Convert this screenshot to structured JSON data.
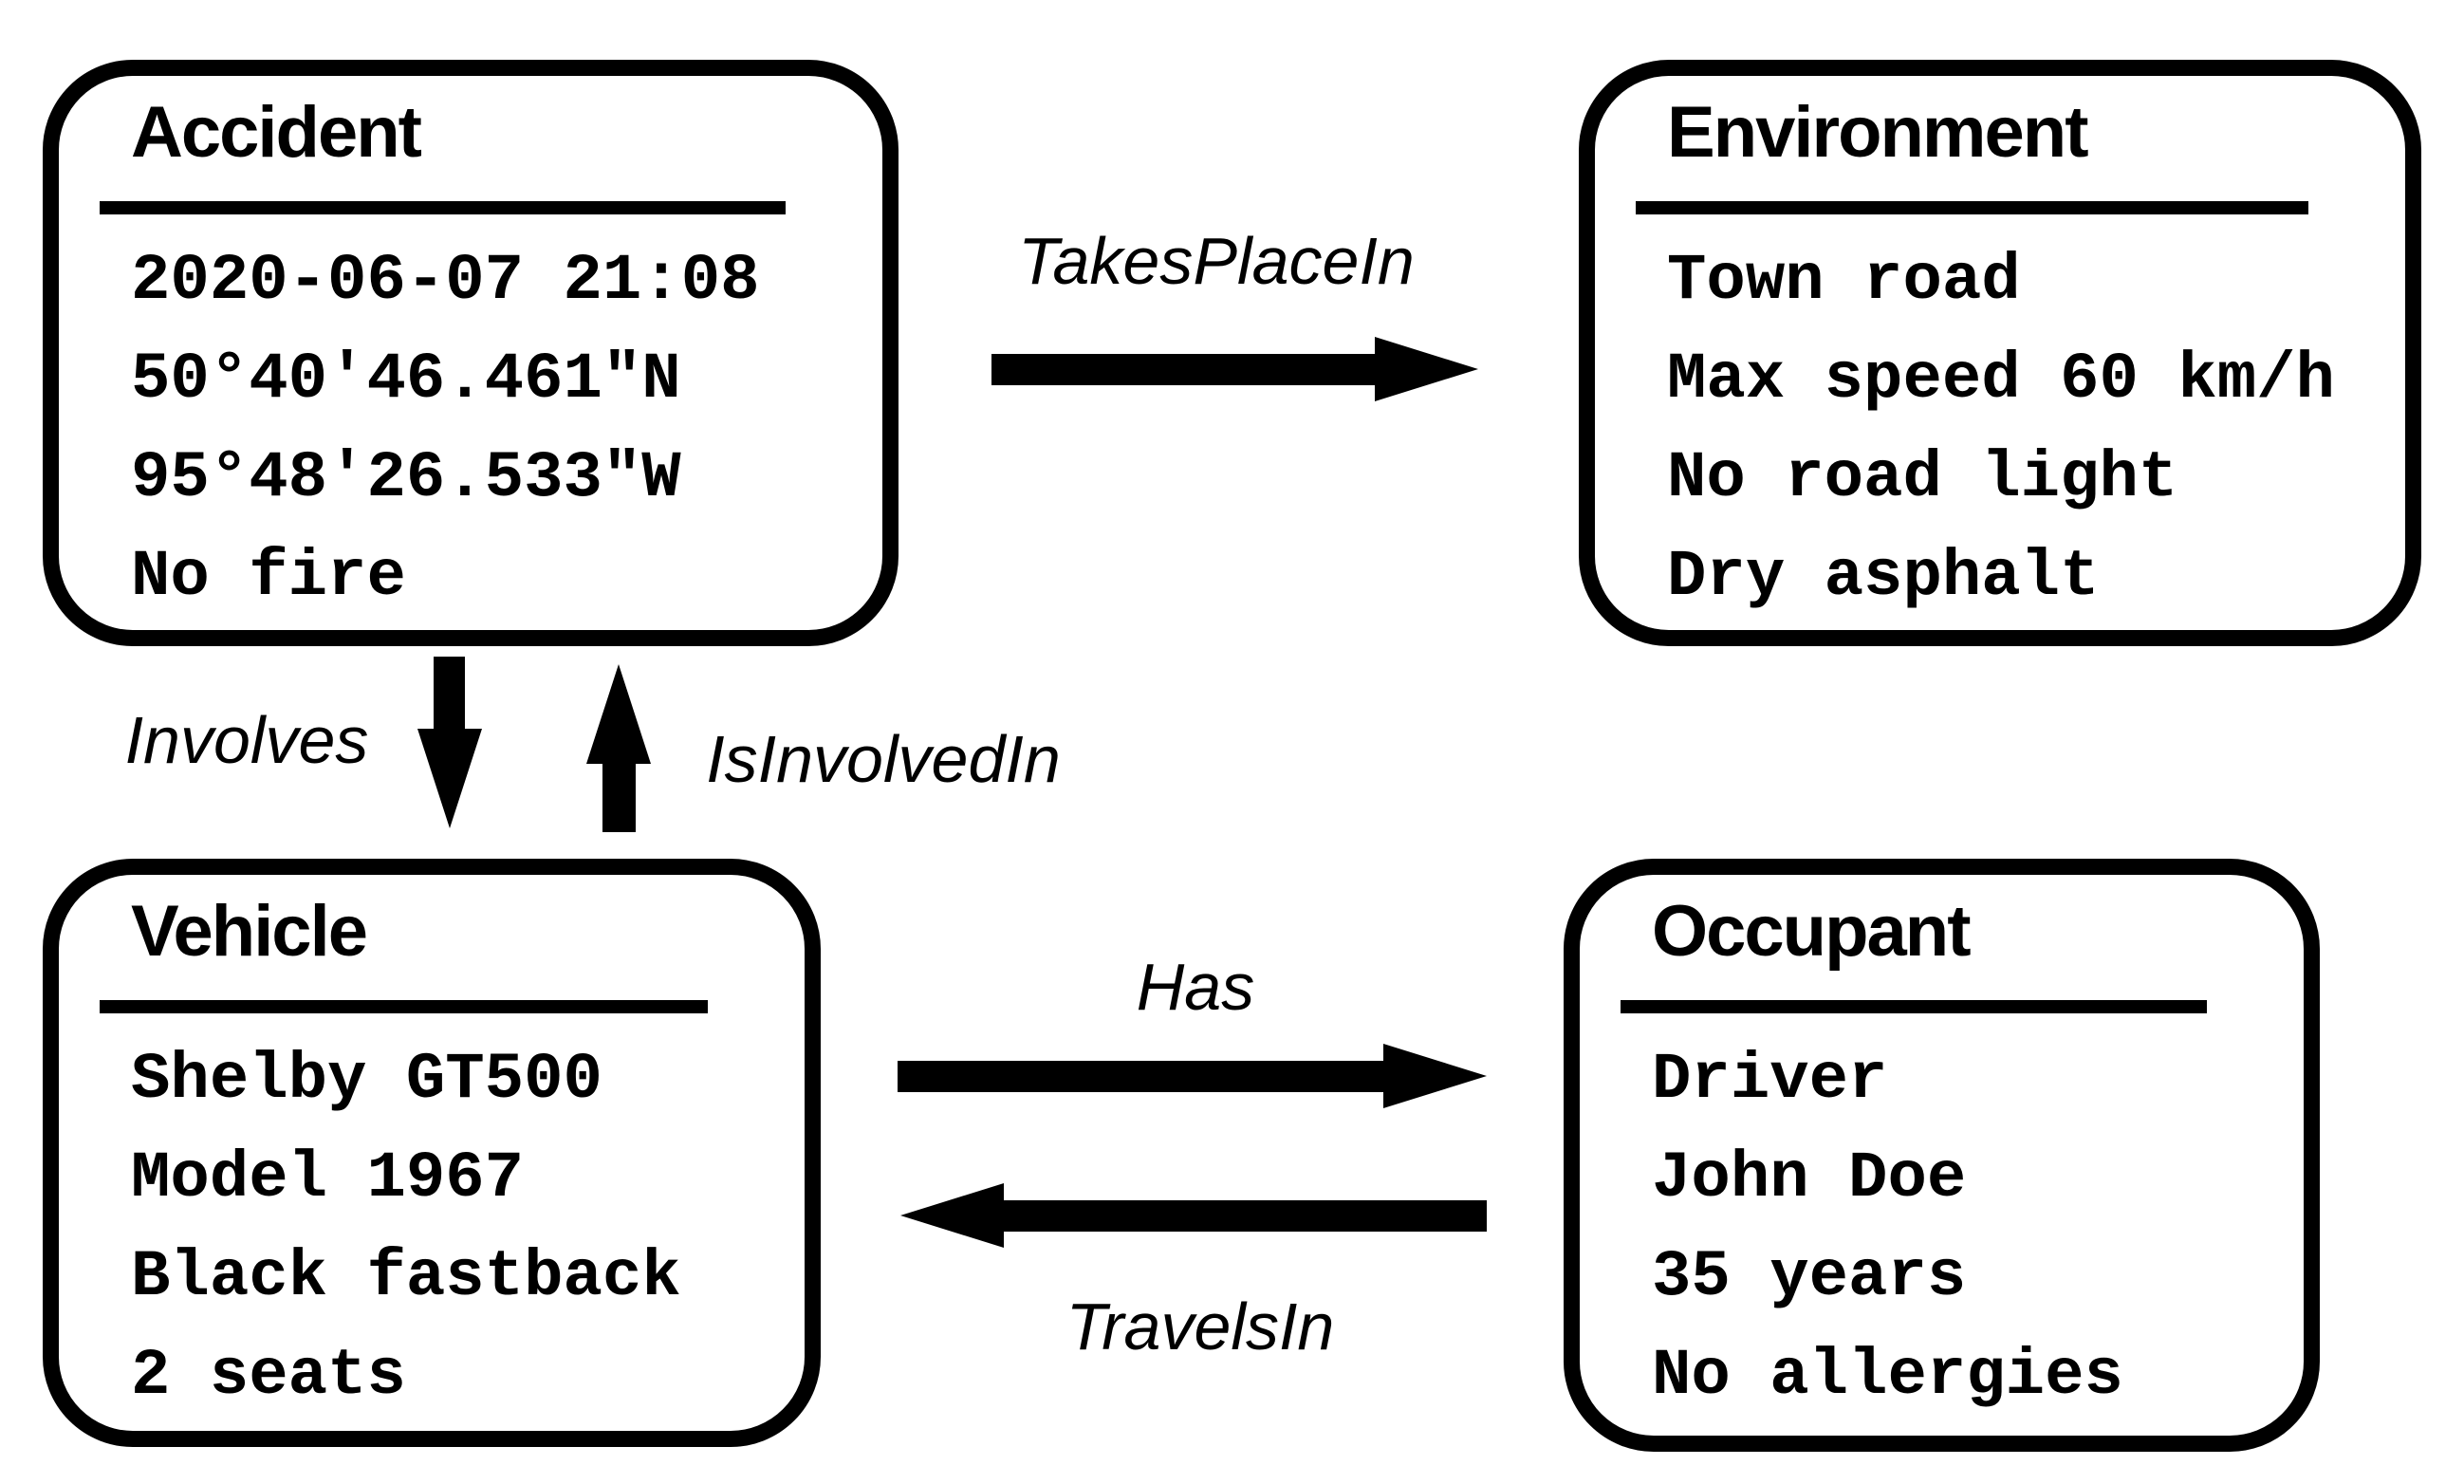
{
  "diagram": {
    "colors": {
      "ink": "#000000",
      "background": "#ffffff"
    },
    "nodes": [
      {
        "id": "accident",
        "title": "Accident",
        "lines": [
          "2020-06-07 21:08",
          "50°40'46.461\"N",
          "95°48'26.533\"W",
          "No fire"
        ]
      },
      {
        "id": "environment",
        "title": "Environment",
        "lines": [
          "Town road",
          "Max speed 60 km/h",
          "No road light",
          "Dry asphalt"
        ]
      },
      {
        "id": "vehicle",
        "title": "Vehicle",
        "lines": [
          "Shelby GT500",
          "Model 1967",
          "Black fastback",
          "2 seats"
        ]
      },
      {
        "id": "occupant",
        "title": "Occupant",
        "lines": [
          "Driver",
          "John Doe",
          "35 years",
          "No allergies"
        ]
      }
    ],
    "edges": [
      {
        "label": "TakesPlaceIn",
        "from": "Accident",
        "to": "Environment",
        "direction": "right"
      },
      {
        "label": "Involves",
        "from": "Accident",
        "to": "Vehicle",
        "direction": "down"
      },
      {
        "label": "IsInvolvedIn",
        "from": "Vehicle",
        "to": "Accident",
        "direction": "up"
      },
      {
        "label": "Has",
        "from": "Vehicle",
        "to": "Occupant",
        "direction": "right"
      },
      {
        "label": "TravelsIn",
        "from": "Occupant",
        "to": "Vehicle",
        "direction": "left"
      }
    ]
  }
}
